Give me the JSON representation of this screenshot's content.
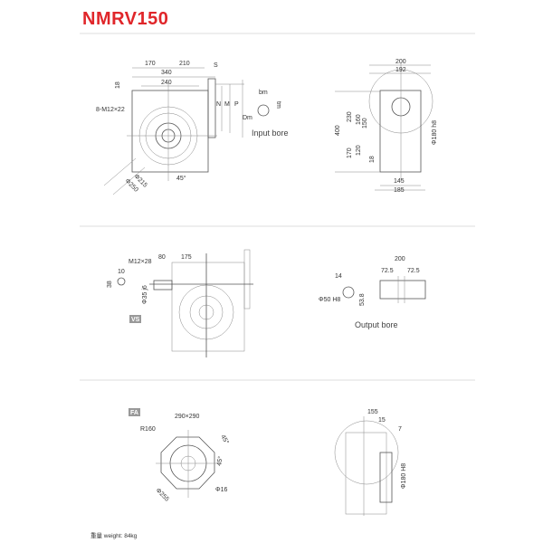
{
  "title": "NMRV150",
  "section1": {
    "dims": [
      "170",
      "210",
      "340",
      "240",
      "18",
      "8-M12×22",
      "S",
      "N",
      "M",
      "P",
      "Φ215",
      "Φ250",
      "45°"
    ],
    "input_bore": {
      "label": "Input bore",
      "dims": [
        "bm",
        "Dm",
        "tm"
      ]
    },
    "side": [
      "200",
      "192",
      "400",
      "230",
      "160",
      "150",
      "170",
      "120",
      "18",
      "Φ180 h8",
      "145",
      "185"
    ]
  },
  "section2": {
    "tag": "VS",
    "dims": [
      "10",
      "38",
      "M12×28",
      "80",
      "175",
      "Φ35 j6"
    ],
    "output_bore": {
      "label": "Output bore",
      "dims": [
        "14",
        "Φ50 H8",
        "53.8",
        "200",
        "72.5",
        "72.5"
      ]
    }
  },
  "section3": {
    "tag": "FA",
    "dims": [
      "290×290",
      "R160",
      "45°",
      "45°",
      "Φ16",
      "Φ255"
    ],
    "side": [
      "155",
      "15",
      "7",
      "Φ180 H8"
    ]
  },
  "weight": "重量 weight: 84kg"
}
